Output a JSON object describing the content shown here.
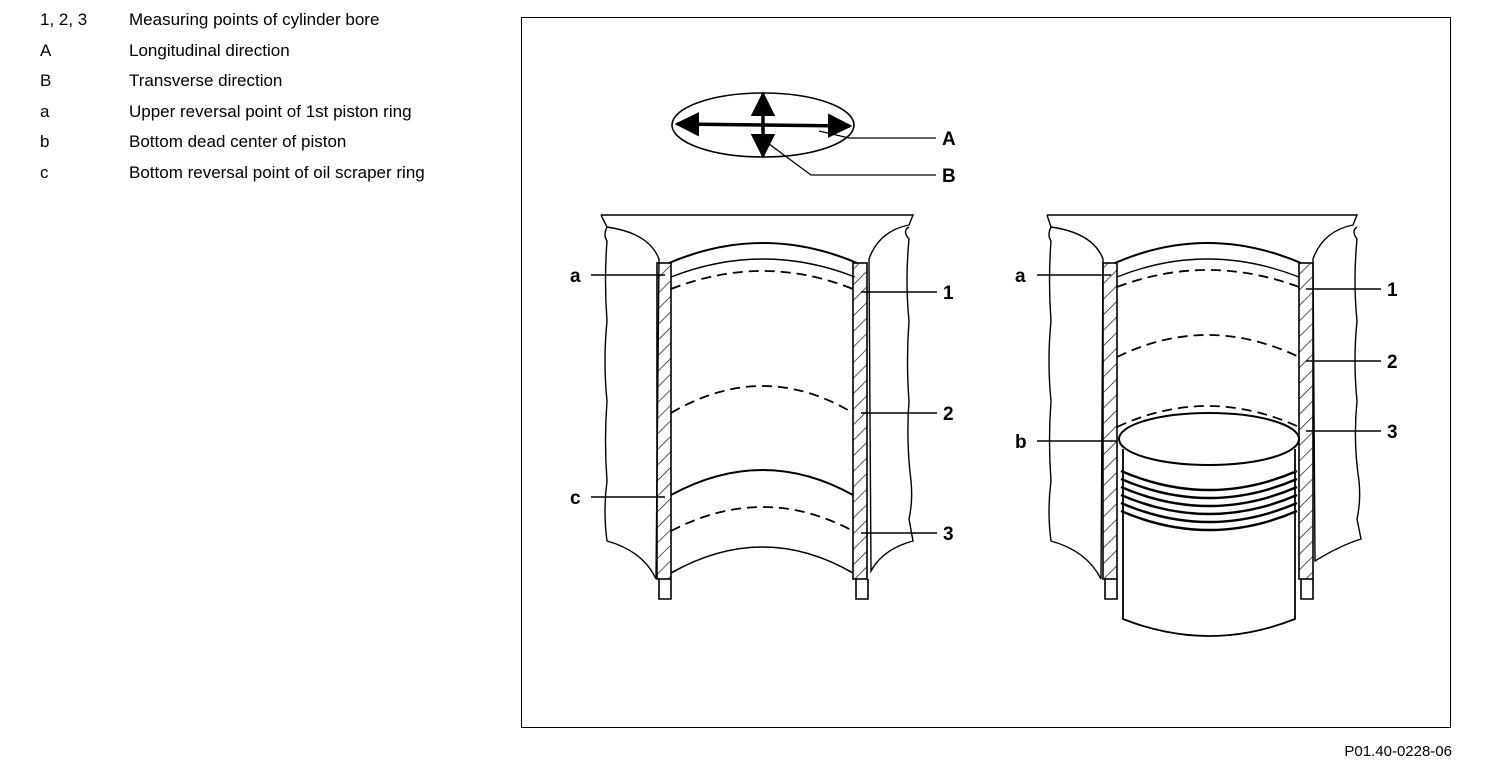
{
  "legend": [
    {
      "key": "1, 2, 3",
      "text": "Measuring points of cylinder bore"
    },
    {
      "key": "A",
      "text": "Longitudinal direction"
    },
    {
      "key": "B",
      "text": "Transverse direction"
    },
    {
      "key": "a",
      "text": "Upper reversal point of 1st piston ring"
    },
    {
      "key": "b",
      "text": "Bottom dead center of piston"
    },
    {
      "key": "c",
      "text": "Bottom reversal point of oil scraper ring"
    }
  ],
  "callouts": {
    "top_A": "A",
    "top_B": "B",
    "left_a": "a",
    "left_c": "c",
    "left_1": "1",
    "left_2": "2",
    "left_3": "3",
    "right_a": "a",
    "right_b": "b",
    "right_1": "1",
    "right_2": "2",
    "right_3": "3"
  },
  "figure_code": "P01.40-0228-06",
  "colors": {
    "ink": "#000000",
    "paper": "#ffffff"
  }
}
